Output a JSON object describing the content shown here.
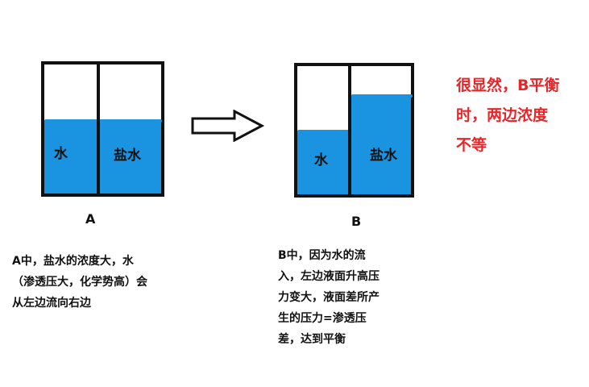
{
  "diagram_a": {
    "left_label": "水",
    "right_label": "盐水",
    "caption": "A"
  },
  "diagram_b": {
    "left_label": "水",
    "right_label": "盐水",
    "caption": "B"
  },
  "note_lines": [
    "很显然，B平衡",
    "时，两边浓度",
    "不等"
  ],
  "text_a_lines": [
    "A中，盐水的浓度大，水",
    "（渗透压大，化学势高）会",
    "从左边流向右边"
  ],
  "text_b_lines": [
    "B中，因为水的流",
    "入，左边液面升高压",
    "力变大，液面差所产",
    "生的压力=渗透压",
    "差，达到平衡"
  ],
  "colors": {
    "water": "#1a93e0",
    "note": "#e8262a",
    "outline": "#111111"
  },
  "icons": {
    "arrow": "right-arrow-outline-icon"
  }
}
